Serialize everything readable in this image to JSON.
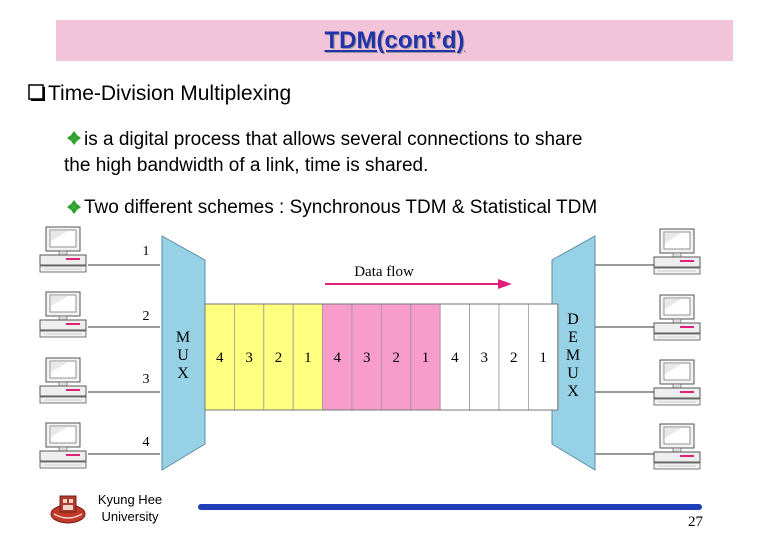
{
  "title": "TDM(cont’d)",
  "heading": "Time-Division Multiplexing",
  "bullets": {
    "first_line1": " is a digital process that allows several connections to share",
    "first_line2": "the high bandwidth of a link, time is shared.",
    "second": "Two different schemes : Synchronous TDM & Statistical TDM"
  },
  "diagram": {
    "flow_label": "Data flow",
    "mux_label": [
      "M",
      "U",
      "X"
    ],
    "demux_label": [
      "D",
      "E",
      "M",
      "U",
      "X"
    ],
    "input_numbers": [
      "1",
      "2",
      "3",
      "4"
    ],
    "slot_labels": [
      "4",
      "3",
      "2",
      "1",
      "4",
      "3",
      "2",
      "1",
      "4",
      "3",
      "2",
      "1"
    ],
    "slot_group_colors": [
      "#ffff80",
      "#f79ccb",
      "#ffffff"
    ],
    "mux_color": "#96d1e6",
    "arrow_color": "#e0207a"
  },
  "footer": {
    "university_line1": "Kyung Hee",
    "university_line2": "University",
    "page_number": "27"
  }
}
